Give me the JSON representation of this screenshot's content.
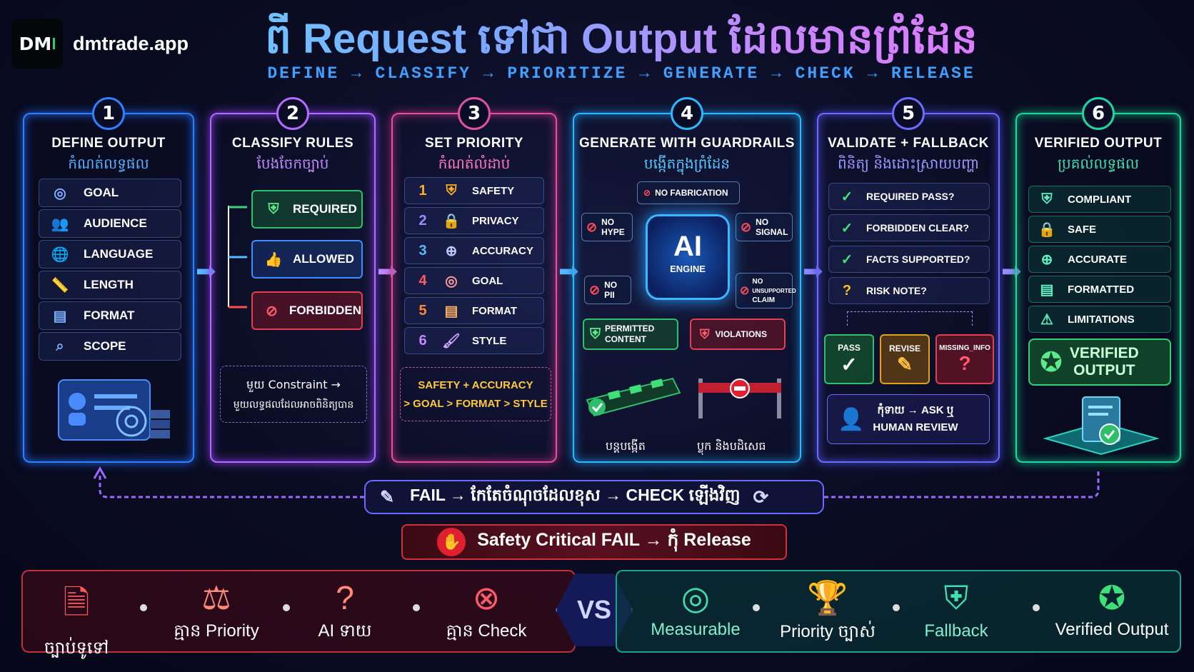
{
  "brand": {
    "logo": "DM",
    "name": "dmtrade.app"
  },
  "title": "ពី Request ទៅជា Output ដែលមានព្រំដែន",
  "pipeline": "DEFINE → CLASSIFY → PRIORITIZE → GENERATE → CHECK → RELEASE",
  "cards": [
    {
      "num": "1",
      "title": "DEFINE OUTPUT",
      "km": "កំណត់លទ្ធផល",
      "items": [
        {
          "icon": "target-icon",
          "label": "GOAL"
        },
        {
          "icon": "users-icon",
          "label": "AUDIENCE"
        },
        {
          "icon": "globe-icon",
          "label": "LANGUAGE"
        },
        {
          "icon": "ruler-icon",
          "label": "LENGTH"
        },
        {
          "icon": "document-icon",
          "label": "FORMAT"
        },
        {
          "icon": "search-icon",
          "label": "SCOPE"
        }
      ]
    },
    {
      "num": "2",
      "title": "CLASSIFY RULES",
      "km": "បែងចែកច្បាប់",
      "rules": [
        "REQUIRED",
        "ALLOWED",
        "FORBIDDEN"
      ],
      "note_line1": "មួយ Constraint →",
      "note_line2": "មួយលទ្ធផលដែលអាចពិនិត្យបាន"
    },
    {
      "num": "3",
      "title": "SET PRIORITY",
      "km": "កំណត់លំដាប់",
      "items": [
        {
          "n": "1",
          "label": "SAFETY"
        },
        {
          "n": "2",
          "label": "PRIVACY"
        },
        {
          "n": "3",
          "label": "ACCURACY"
        },
        {
          "n": "4",
          "label": "GOAL"
        },
        {
          "n": "5",
          "label": "FORMAT"
        },
        {
          "n": "6",
          "label": "STYLE"
        }
      ],
      "order_line1": "SAFETY + ACCURACY",
      "order_line2": "> GOAL > FORMAT > STYLE"
    },
    {
      "num": "4",
      "title": "GENERATE WITH GUARDRAILS",
      "km": "បង្កើតក្នុងព្រំដែន",
      "guards": {
        "top": "NO FABRICATION",
        "left1a": "NO",
        "left1b": "HYPE",
        "right1a": "NO",
        "right1b": "SIGNAL",
        "left2a": "NO",
        "left2b": "PII",
        "right2a": "NO",
        "right2b": "UNSUPPORTED",
        "right2c": "CLAIM"
      },
      "engine_ai": "AI",
      "engine_label": "ENGINE",
      "permitted_a": "PERMITTED",
      "permitted_b": "CONTENT",
      "violations": "VIOLATIONS",
      "out_left": "បន្តបង្កើត",
      "out_right": "ប្លុក និងបដិសេធ"
    },
    {
      "num": "5",
      "title": "VALIDATE + FALLBACK",
      "km": "ពិនិត្យ និងដោះស្រាយបញ្ហា",
      "checks": [
        "REQUIRED PASS?",
        "FORBIDDEN CLEAR?",
        "FACTS SUPPORTED?",
        "RISK NOTE?"
      ],
      "outcomes": [
        "PASS",
        "REVISE",
        "MISSING_INFO"
      ],
      "ask_line1": "កុំទាយ → ASK ឬ",
      "ask_line2": "HUMAN REVIEW"
    },
    {
      "num": "6",
      "title": "VERIFIED OUTPUT",
      "km": "ប្រគល់លទ្ធផល",
      "items": [
        {
          "icon": "shield-check-icon",
          "label": "COMPLIANT"
        },
        {
          "icon": "lock-icon",
          "label": "SAFE"
        },
        {
          "icon": "crosshair-icon",
          "label": "ACCURATE"
        },
        {
          "icon": "list-icon",
          "label": "FORMATTED"
        },
        {
          "icon": "warning-icon",
          "label": "LIMITATIONS"
        }
      ],
      "verified_a": "VERIFIED",
      "verified_b": "OUTPUT"
    }
  ],
  "fail_loop": "FAIL → កែតែចំណុចដែលខុស → CHECK ឡើងវិញ",
  "critical": "Safety Critical FAIL → កុំ Release",
  "vs": "VS",
  "bad": [
    "ច្បាប់ទូទៅ",
    "គ្មាន Priority",
    "AI ទាយ",
    "គ្មាន Check"
  ],
  "good": [
    "Measurable",
    "Priority ច្បាស់",
    "Fallback",
    "Verified Output"
  ],
  "colors": {
    "blue": "#2f7fff",
    "purple": "#b36bff",
    "pink": "#e0529f",
    "cyan": "#2bb8ff",
    "green": "#1ed6a0",
    "red": "#d0303a"
  }
}
